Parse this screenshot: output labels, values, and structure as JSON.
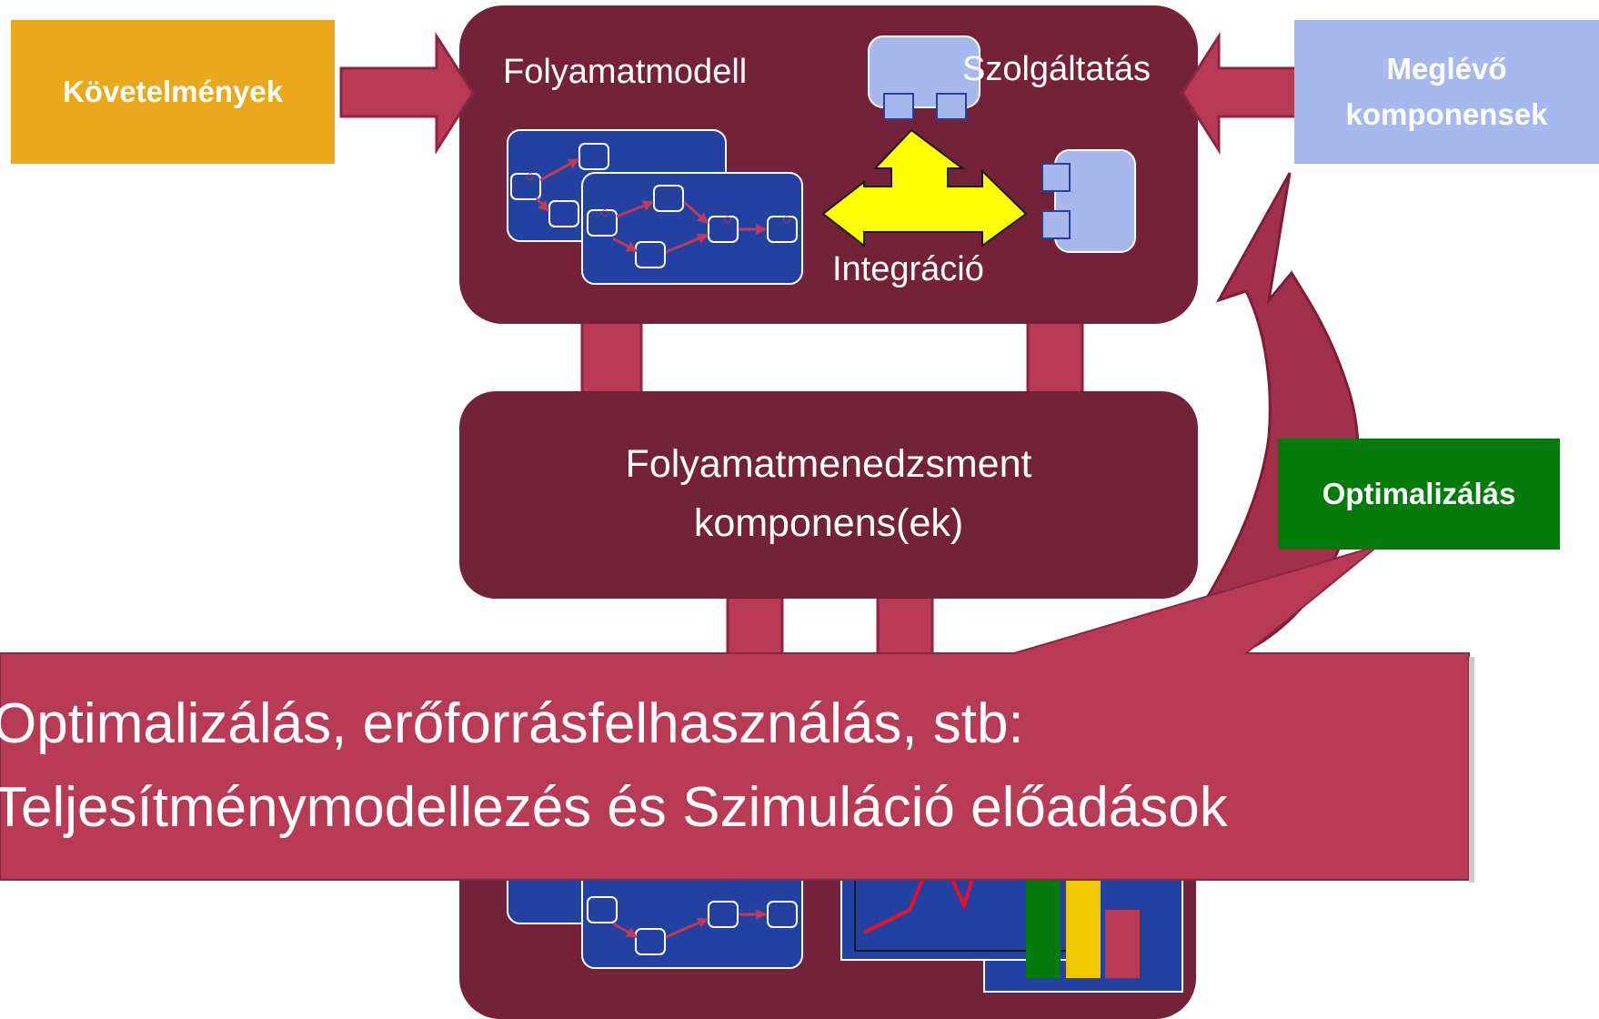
{
  "top_panel": {
    "process_model_label": "Folyamatmodell",
    "service_label": "Szolgáltatás",
    "integration_label": "Integráció"
  },
  "requirements_box": {
    "label": "Követelmények"
  },
  "existing_components_box": {
    "line1": "Meglévő",
    "line2": "komponensek"
  },
  "management_panel": {
    "line1": "Folyamatmenedzsment",
    "line2": "komponens(ek)"
  },
  "optimization_box": {
    "label": "Optimalizálás"
  },
  "callout": {
    "line1": "Optimalizálás, erőforrásfelhasználás, stb:",
    "line2": "Teljesítménymodellezés és Szimuláció előadások"
  },
  "colors": {
    "panel": "#74223a",
    "arrow": "#b83a55",
    "requirements": "#eaa81c",
    "existing": "#a6b8ec",
    "optimization": "#047a0c",
    "flow_bg": "#2341a0",
    "integration_arrow": "#ffff00"
  }
}
